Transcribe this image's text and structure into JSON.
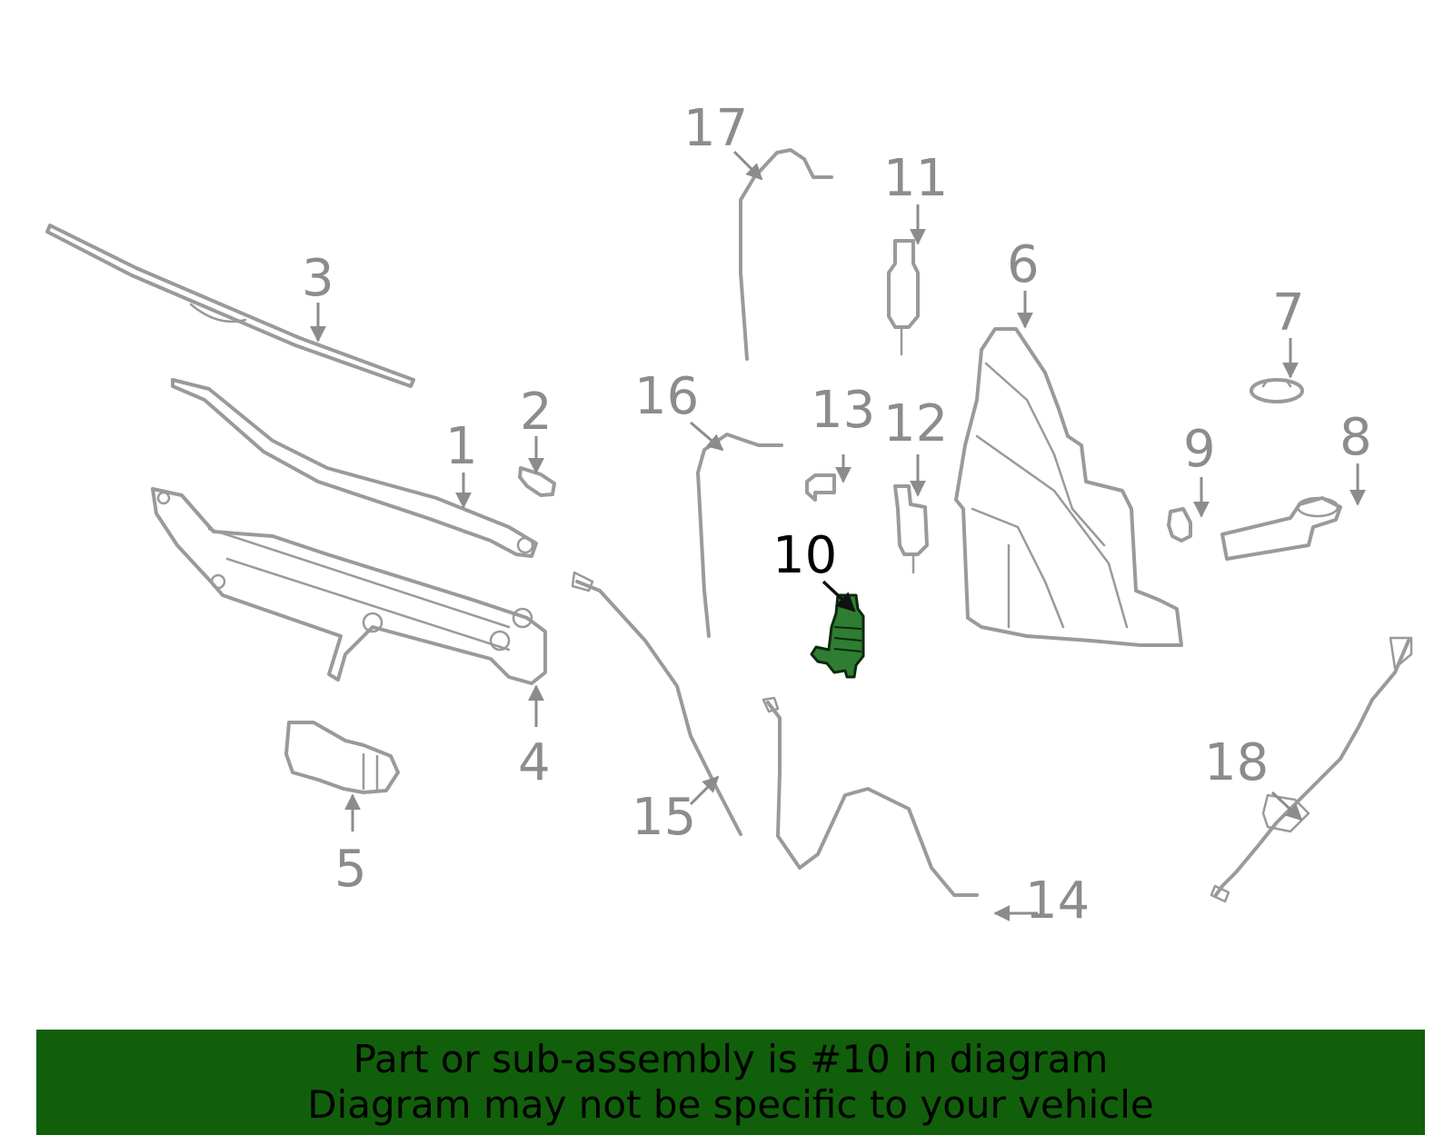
{
  "diagram": {
    "highlighted_part": "10",
    "highlight_color": "#2e7d32",
    "part_color": "#9a9a9a",
    "callouts": [
      "1",
      "2",
      "3",
      "4",
      "5",
      "6",
      "7",
      "8",
      "9",
      "10",
      "11",
      "12",
      "13",
      "14",
      "15",
      "16",
      "17",
      "18"
    ]
  },
  "banner": {
    "line1": "Part or sub-assembly is #10 in diagram",
    "line2": "Diagram may not be specific to your vehicle",
    "background": "#115f0b"
  }
}
